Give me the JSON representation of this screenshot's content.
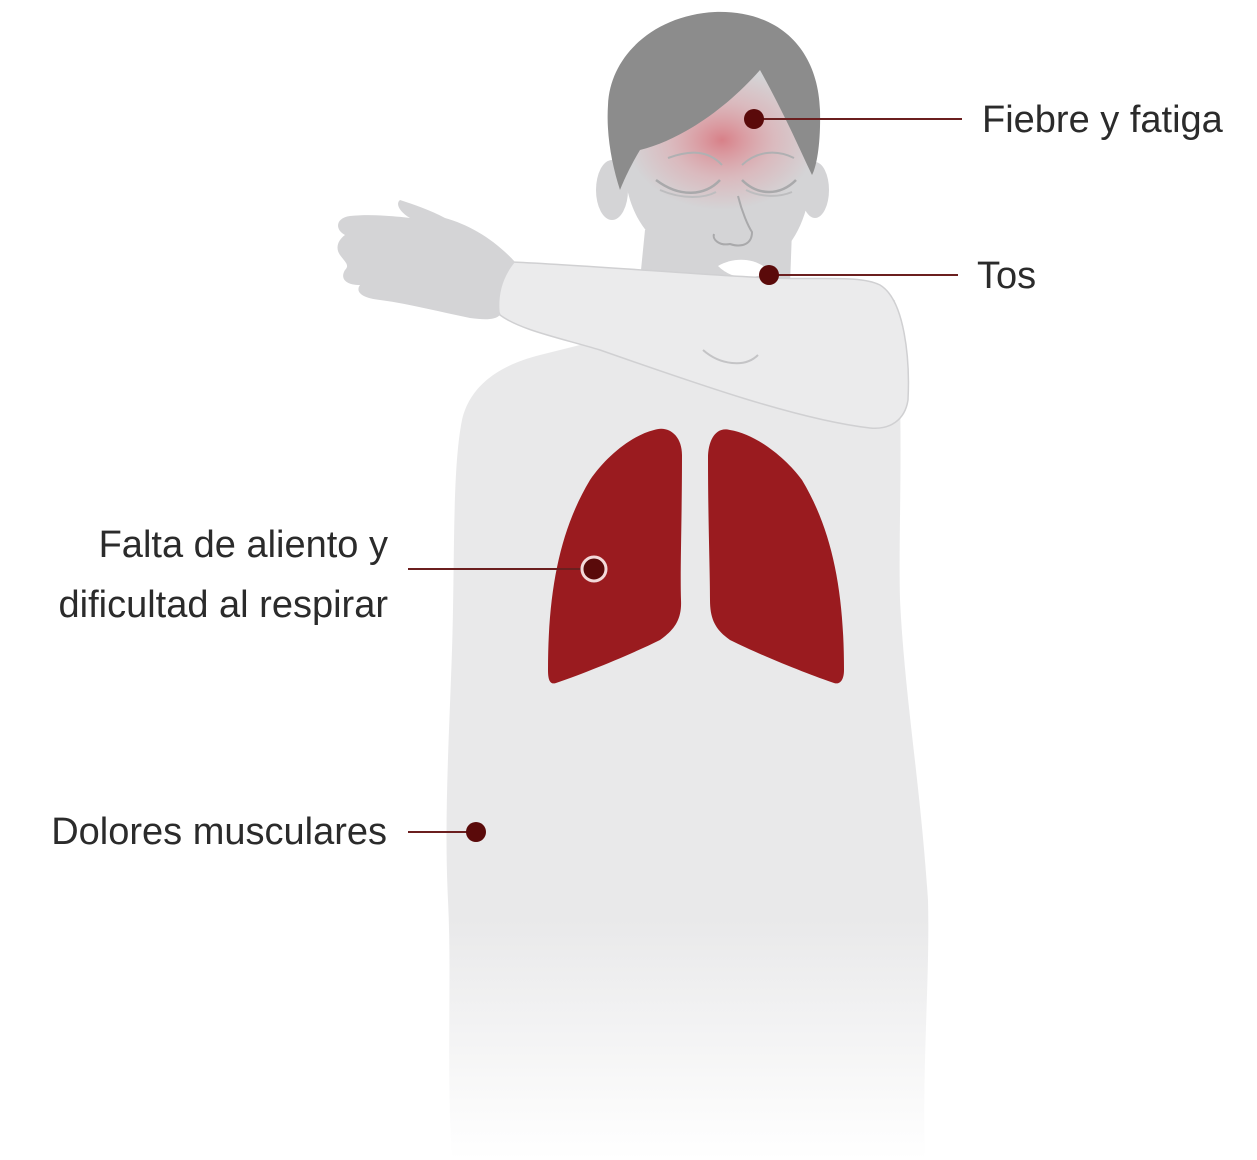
{
  "symptoms": {
    "fever": "Fiebre y fatiga",
    "cough": "Tos",
    "breath": [
      "Falta de aliento y",
      "dificultad al respirar"
    ],
    "muscle": "Dolores musculares"
  },
  "colors": {
    "body": "#e9e9ea",
    "skin": "#d4d4d6",
    "hair": "#8c8c8c",
    "lungs": "#9a1b1f",
    "marker": "#5a0a0a",
    "leader": "#6b1f1f",
    "fever_glow": "#d9646e"
  }
}
